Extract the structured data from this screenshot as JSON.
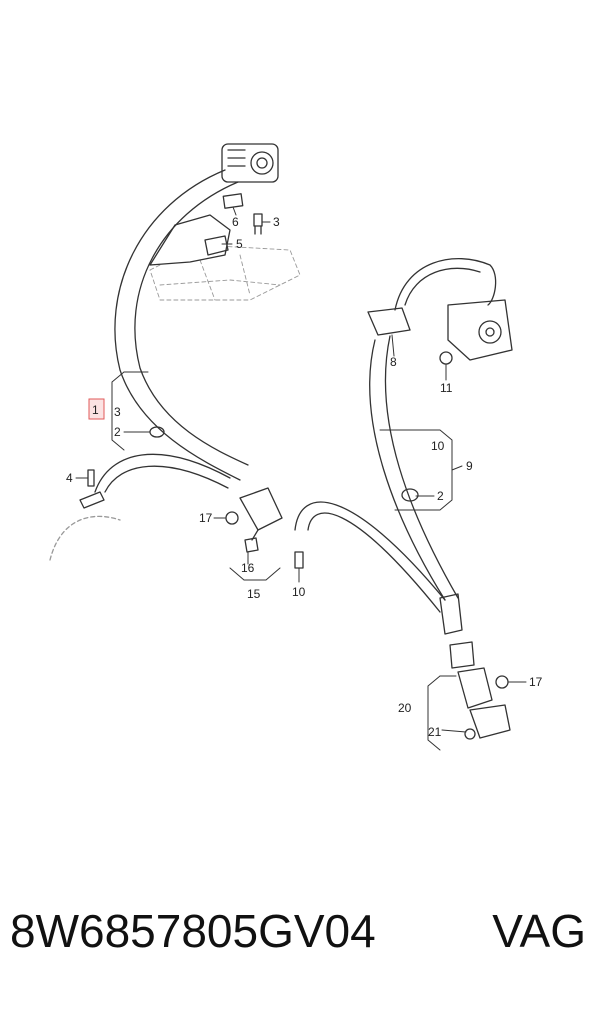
{
  "diagram": {
    "callouts": {
      "c1": "1",
      "c2a": "2",
      "c2b": "2",
      "c3a": "3",
      "c3b": "3",
      "c4": "4",
      "c5": "5",
      "c6": "6",
      "c8": "8",
      "c9": "9",
      "c10a": "10",
      "c10b": "10",
      "c11": "11",
      "c15": "15",
      "c16": "16",
      "c17a": "17",
      "c17b": "17",
      "c20": "20",
      "c21": "21"
    },
    "highlight_color": "#e05a5a"
  },
  "footer": {
    "part_number": "8W6857805GV04",
    "brand": "VAG"
  }
}
